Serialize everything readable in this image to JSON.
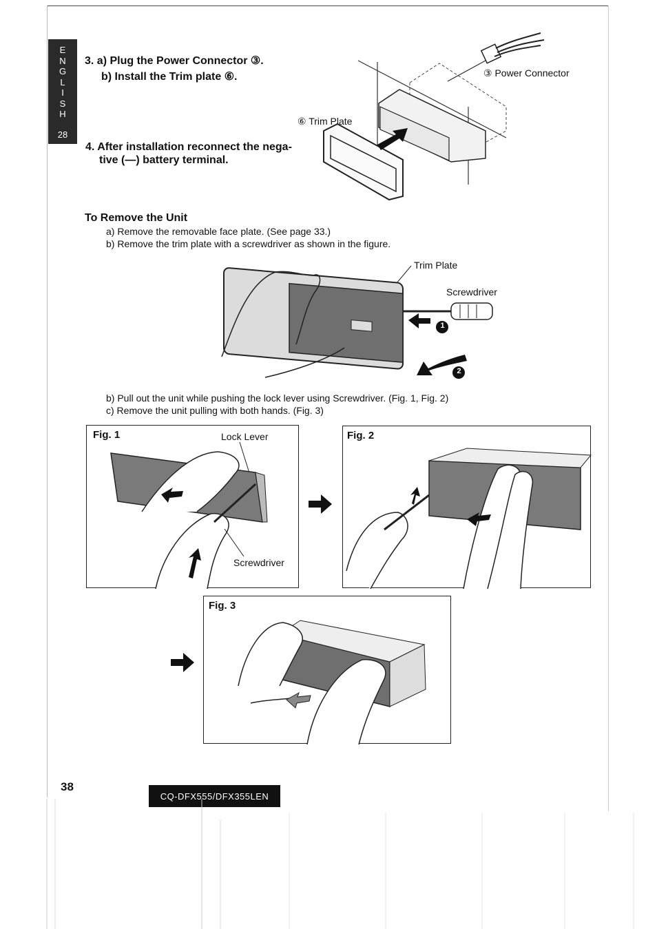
{
  "sidebar": {
    "letters": [
      "E",
      "N",
      "G",
      "L",
      "I",
      "S",
      "H"
    ],
    "page": "28"
  },
  "steps": {
    "step3a": "3. a) Plug the Power Connector ③.",
    "step3b": "b) Install the Trim plate ⑥.",
    "step4_line1": "4. After installation reconnect the nega-",
    "step4_line2": "tive (—) battery terminal."
  },
  "install_figure": {
    "power_connector": "③ Power Connector",
    "trim_plate": "⑥ Trim Plate"
  },
  "remove": {
    "heading": "To Remove the Unit",
    "a": "a) Remove the removable face plate. (See page 33.)",
    "b_top": "b) Remove the trim plate with a screwdriver as shown in the figure.",
    "b2": "b) Pull out the unit while pushing the lock lever using Screwdriver. (Fig. 1, Fig. 2)",
    "c": "c) Remove the unit pulling with both hands. (Fig. 3)"
  },
  "remove_figure": {
    "trim_plate": "Trim Plate",
    "screwdriver": "Screwdriver",
    "marker1": "1",
    "marker2": "2"
  },
  "fig1": {
    "title": "Fig. 1",
    "lock_lever": "Lock Lever",
    "screwdriver": "Screwdriver"
  },
  "fig2": {
    "title": "Fig. 2"
  },
  "fig3": {
    "title": "Fig. 3"
  },
  "footer": {
    "page_number": "38",
    "model": "CQ-DFX555/DFX355LEN"
  }
}
